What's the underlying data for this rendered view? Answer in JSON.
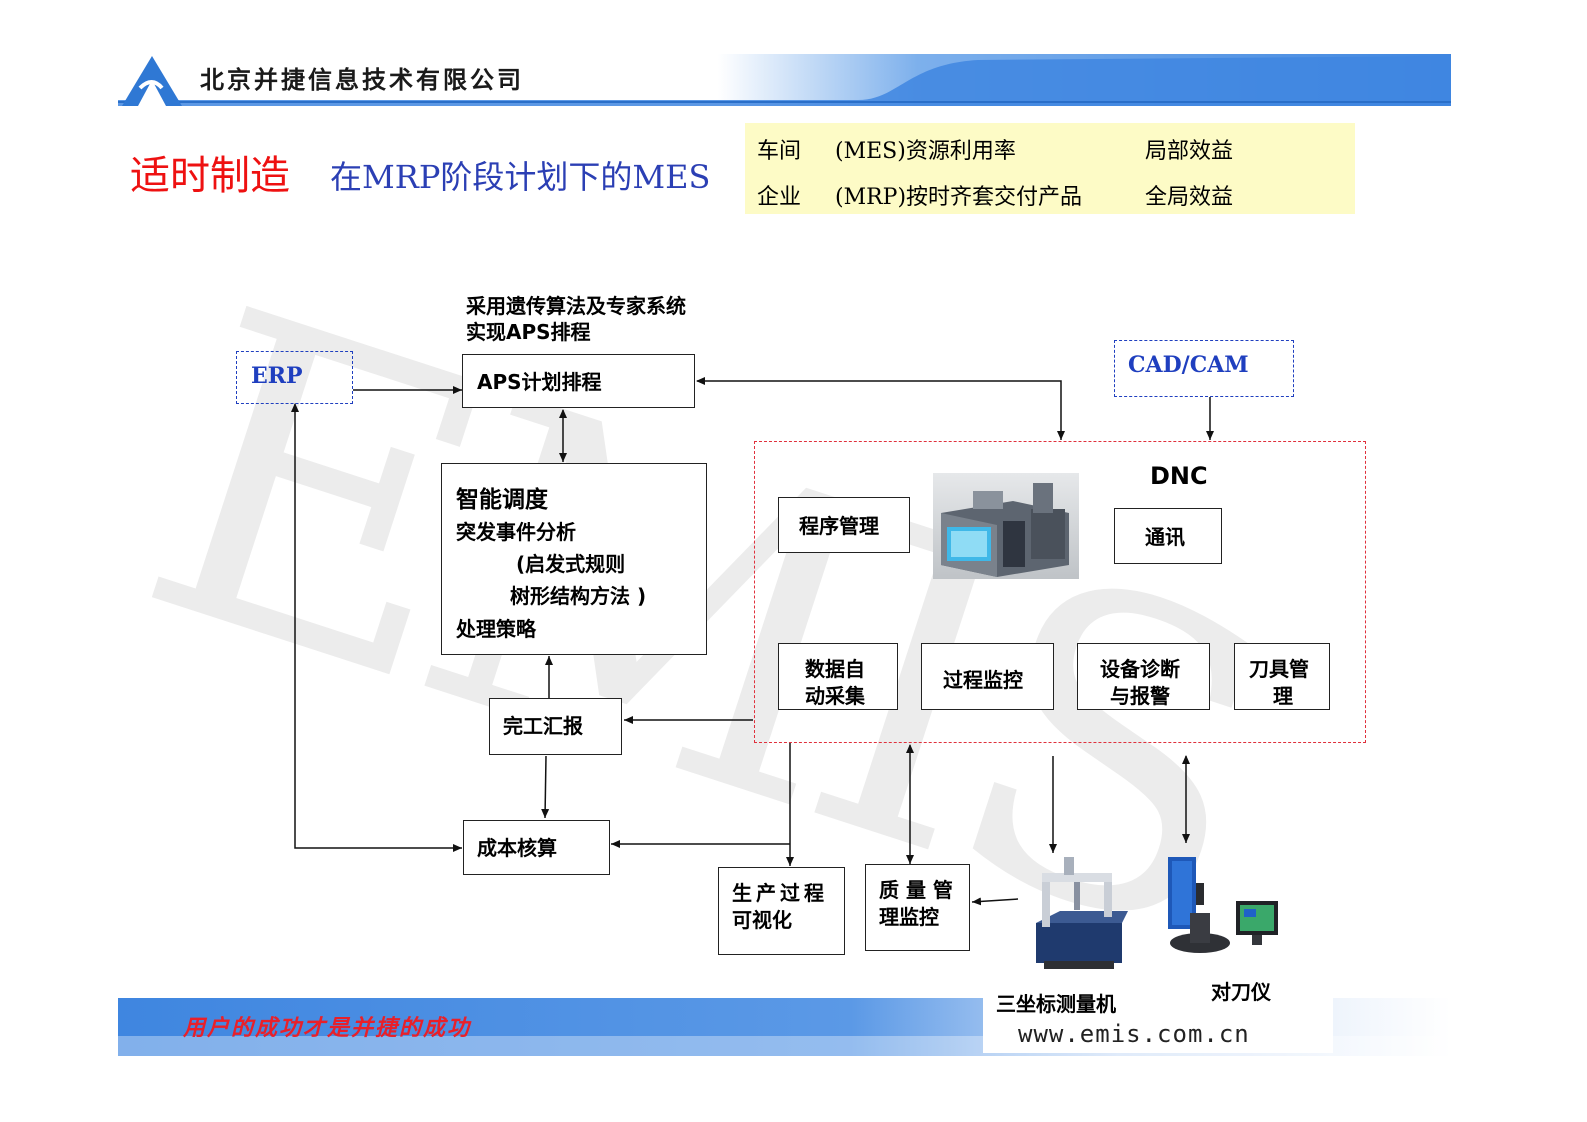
{
  "header": {
    "company_name": "北京并捷信息技术有限公司"
  },
  "title": {
    "main": "适时制造",
    "sub": "在MRP阶段计划下的MES"
  },
  "info_table": {
    "rows": [
      {
        "col1": "车间",
        "col2": "(MES)资源利用率",
        "col3": "局部效益"
      },
      {
        "col1": "企业",
        "col2": "(MRP)按时齐套交付产品",
        "col3": "全局效益"
      }
    ]
  },
  "watermark": "EMIS",
  "diagram": {
    "aps_note": {
      "line1": "采用遗传算法及专家系统",
      "line2": "实现APS排程"
    },
    "erp": "ERP",
    "aps": "APS计划排程",
    "cadcam": "CAD/CAM",
    "dispatch": {
      "title": "智能调度",
      "line1": "突发事件分析",
      "line2": "(启发式规则",
      "line3": "树形结构方法 )",
      "line4": "处理策略"
    },
    "dnc": "DNC",
    "program_mgmt": "程序管理",
    "comm": "通讯",
    "data_collect": {
      "line1": "数据自",
      "line2": "动采集"
    },
    "process_monitor": "过程监控",
    "diag_alarm": {
      "line1": "设备诊断",
      "line2": "与报警"
    },
    "tool_mgmt": {
      "line1": "刀具管",
      "line2": "理"
    },
    "completion": "完工汇报",
    "cost": "成本核算",
    "prod_visual": {
      "line1": "生产过程",
      "line2": "可视化"
    },
    "quality": {
      "line1": "质 量 管",
      "line2": "理监控"
    },
    "cmm_label": "三坐标测量机",
    "tool_setter_label": "对刀仪"
  },
  "footer": {
    "slogan": "用户的成功才是并捷的成功",
    "url": "www.emis.com.cn"
  },
  "colors": {
    "header_blue": "#3f86e0",
    "title_red": "#ee1111",
    "title_blue": "#2b3fb4",
    "dnc_red": "#e0303c",
    "erp_blue": "#1f3fbf",
    "table_yellow": "#fdfbc6"
  }
}
